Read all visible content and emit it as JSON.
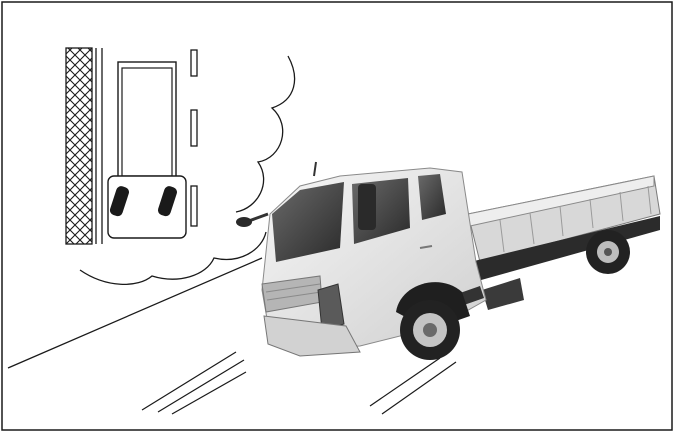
{
  "figure": {
    "description_labels": [],
    "colors": {
      "ink": "#1a1a1a",
      "truck_body": "#e9e9e9",
      "truck_shadow": "#9a9a9a",
      "tire": "#222222",
      "glass": "#3c3c3c",
      "background": "#ffffff"
    },
    "icons": [
      "topdown-vehicle-icon",
      "truck-illustration",
      "thought-bubble",
      "road-edge-lines"
    ]
  }
}
